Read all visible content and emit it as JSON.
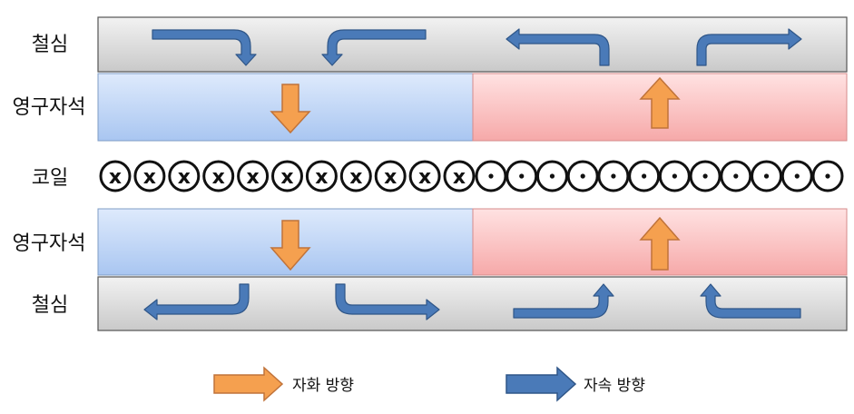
{
  "labels": {
    "core_top": "철심",
    "magnet_top": "영구자석",
    "coil": "코일",
    "magnet_bottom": "영구자석",
    "core_bottom": "철심"
  },
  "legend": {
    "magnetization": "자화 방향",
    "flux": "자속 방향"
  },
  "coil": {
    "into_page_symbol": "x",
    "into_page_count": 11,
    "out_of_page_count": 12
  },
  "magnetization_directions": {
    "left_half": "down",
    "right_half": "up"
  },
  "colors": {
    "magnetization_arrow": "#f5a04f",
    "magnetization_arrow_border": "#c0733a",
    "flux_arrow": "#4a7ab8",
    "flux_arrow_border": "#2f5688",
    "magnet_left": "#c5d9f5",
    "magnet_right": "#fbc8c8",
    "iron_core": "#d6d6d6"
  }
}
